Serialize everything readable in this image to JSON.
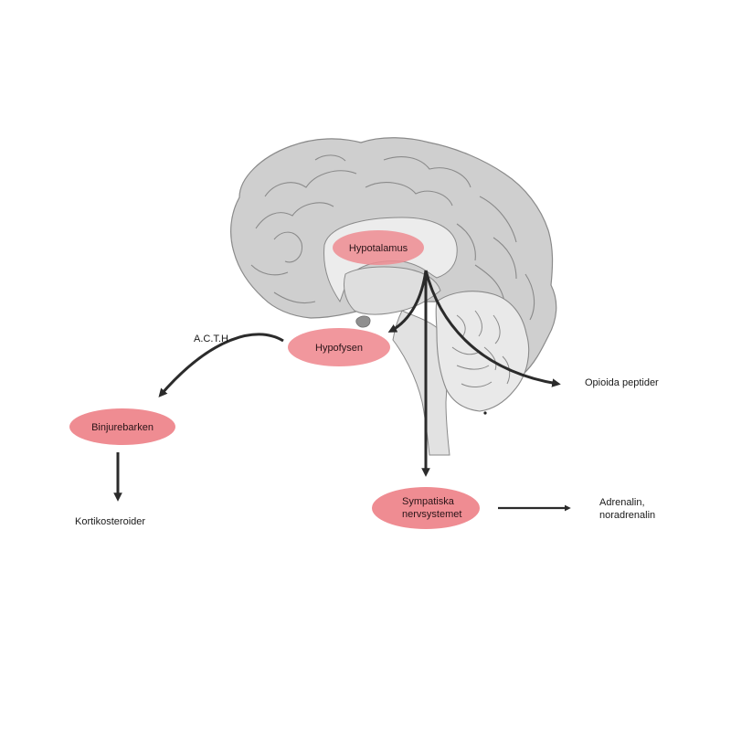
{
  "colors": {
    "brain_fill": "#cfcfcf",
    "brain_inner": "#e4e4e4",
    "brain_light": "#efefef",
    "brain_outline": "#8a8a8a",
    "node_fill": "#ef8c92",
    "arrow": "#2b2b2b"
  },
  "nodes": {
    "hypotalamus": "Hypotalamus",
    "hypofysen": "Hypofysen",
    "binjurebarken": "Binjurebarken",
    "sympatiska_line1": "Sympatiska",
    "sympatiska_line2": "nervsystemet"
  },
  "labels": {
    "acth": "A.C.T.H",
    "kortikosteroider": "Kortikosteroider",
    "opioida": "Opioida peptider",
    "adrenalin_line1": "Adrenalin,",
    "adrenalin_line2": "noradrenalin"
  }
}
